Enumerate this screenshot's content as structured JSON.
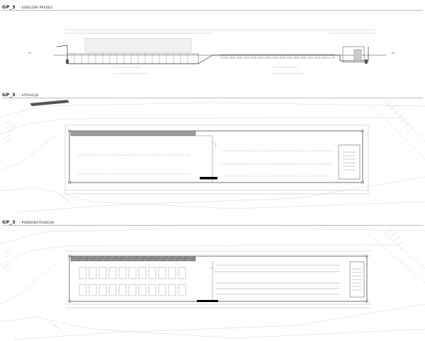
{
  "sections": {
    "section_cut": {
      "code": "GP_3",
      "name": "- SZKELÉNI PRESEZ"
    },
    "situation": {
      "code": "GP_3",
      "name": "- SITUACIJA"
    },
    "sub": {
      "code": "GP_3",
      "name": "- PODKONSTRUKCIJA"
    }
  },
  "elevation_marks": {
    "left": "01",
    "right": "01"
  },
  "colors": {
    "line": "#555555",
    "light": "#9a9a9a",
    "fill": "#000000",
    "paper": "#ffffff"
  }
}
